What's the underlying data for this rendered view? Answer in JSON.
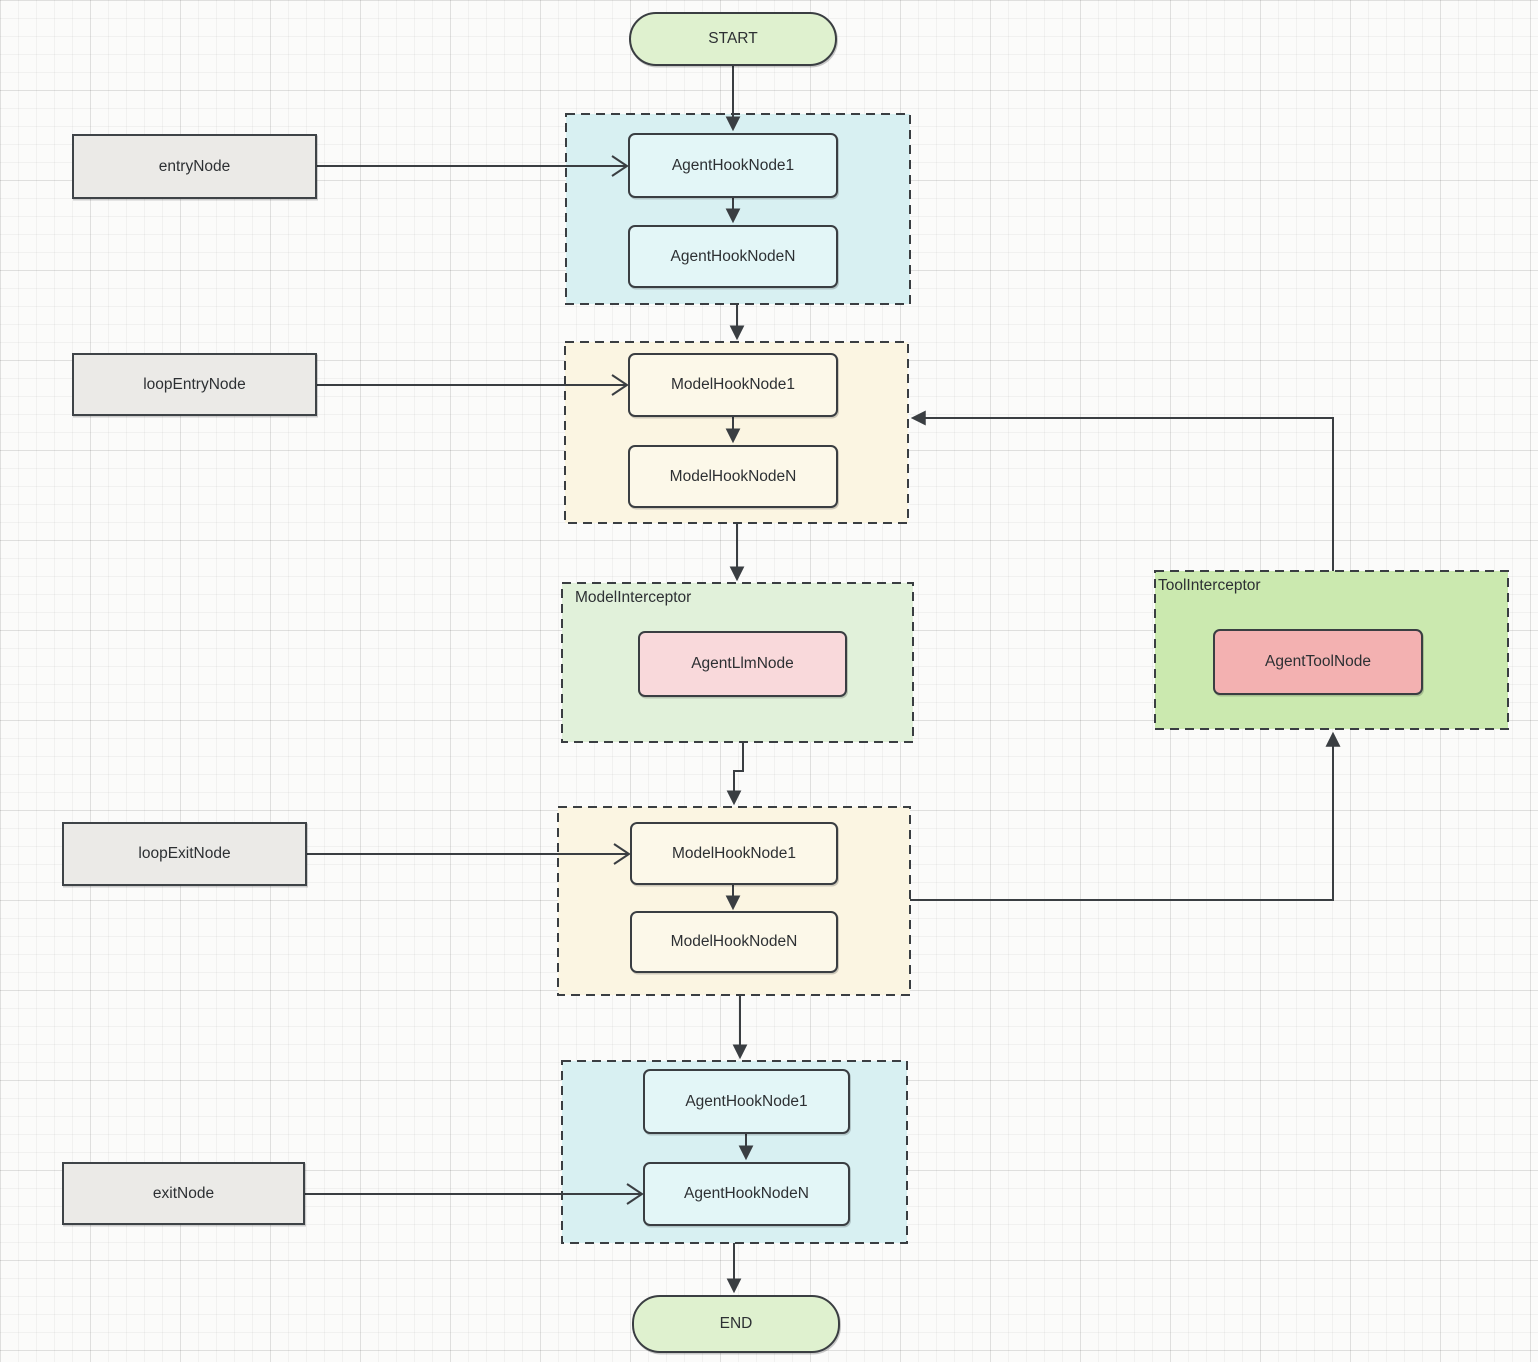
{
  "colors": {
    "canvas-bg": "#fbfbfa",
    "stroke": "#3a3e42",
    "text": "#2d3033",
    "terminal-fill": "#dff1cf",
    "agent-group-fill": "#d8f0f2",
    "agent-node-fill": "#e3f6f7",
    "model-group-fill": "#fbf5e2",
    "model-node-fill": "#fcf8e9",
    "model-interceptor-fill": "#e1f1da",
    "tool-interceptor-fill": "#cbe9af",
    "llm-node-fill": "#f9d9db",
    "tool-node-fill": "#f3b1b1",
    "label-box-fill": "#ebeae7",
    "label-box-border": "#3e4347"
  },
  "terminals": {
    "start": "START",
    "end": "END"
  },
  "side_labels": {
    "entry": "entryNode",
    "loop_entry": "loopEntryNode",
    "loop_exit": "loopExitNode",
    "exit": "exitNode"
  },
  "groups": {
    "agent_entry_hooks": {
      "nodes": [
        "AgentHookNode1",
        "AgentHookNodeN"
      ]
    },
    "model_entry_hooks": {
      "nodes": [
        "ModelHookNode1",
        "ModelHookNodeN"
      ]
    },
    "model_interceptor": {
      "title": "ModelInterceptor",
      "node": "AgentLlmNode"
    },
    "tool_interceptor": {
      "title": "ToolInterceptor",
      "node": "AgentToolNode"
    },
    "model_exit_hooks": {
      "nodes": [
        "ModelHookNode1",
        "ModelHookNodeN"
      ]
    },
    "agent_exit_hooks": {
      "nodes": [
        "AgentHookNode1",
        "AgentHookNodeN"
      ]
    }
  }
}
